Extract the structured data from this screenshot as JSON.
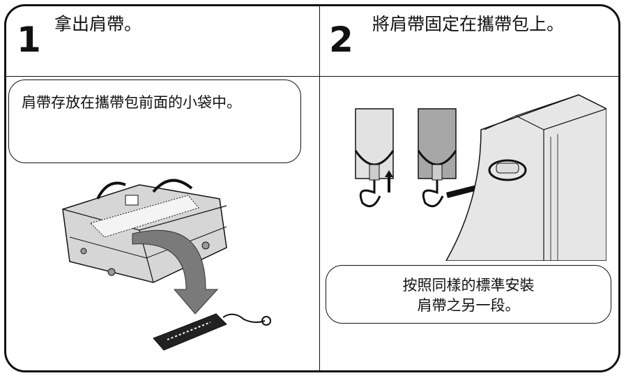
{
  "step1": {
    "number": "1",
    "title": "拿出肩帶。",
    "caption": "肩帶存放在攜帶包前面的小袋中。"
  },
  "step2": {
    "number": "2",
    "title": "將肩帶固定在攜帶包上。",
    "caption_line1": "按照同樣的標準安裝",
    "caption_line2": "肩帶之另一段。"
  }
}
